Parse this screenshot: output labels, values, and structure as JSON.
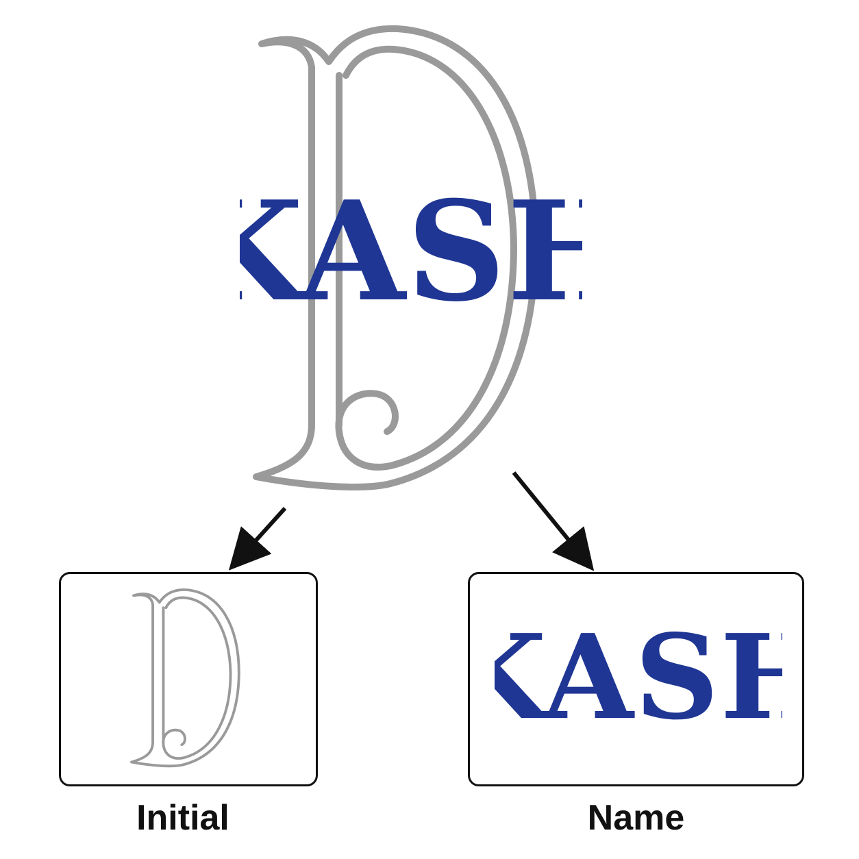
{
  "monogram": {
    "initial_letter": "D",
    "name_text": "KASH",
    "initial_color": "#b8b8b8",
    "initial_outline_color": "#9a9a9a",
    "name_color": "#1f3694"
  },
  "panels": {
    "initial": {
      "caption": "Initial"
    },
    "name": {
      "caption": "Name"
    }
  },
  "arrow_color": "#111111"
}
